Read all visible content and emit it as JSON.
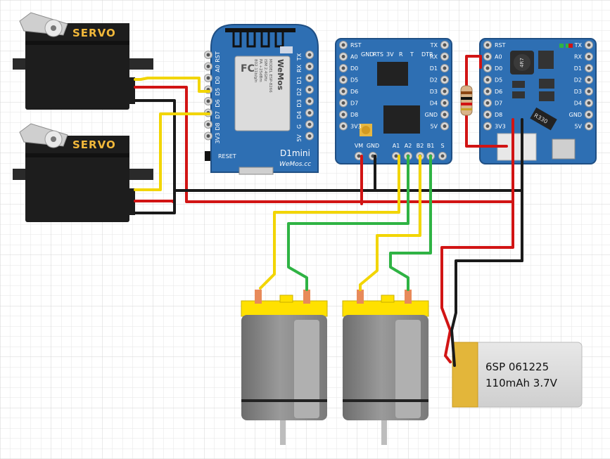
{
  "servo_label": "SERVO",
  "d1mini": {
    "brand": "WeMos",
    "model_lines": [
      "MODEL ESP-8266",
      "ISM 2.4GHz",
      "PA +25dBm",
      "802.11b/g/n"
    ],
    "fc": "FC",
    "pins_left": [
      "RST",
      "A0",
      "D0",
      "D5",
      "D6",
      "D7",
      "D8",
      "3V3"
    ],
    "pins_right": [
      "TX",
      "RX",
      "D1",
      "D2",
      "D3",
      "D4",
      "G",
      "5V"
    ],
    "reset_label": "RESET",
    "name": "D1mini",
    "website": "WeMos.cc"
  },
  "motor_shield": {
    "top_labels": [
      "GND",
      "RTS",
      "3V",
      "R",
      "T",
      "DTR"
    ],
    "pins_left": [
      "RST",
      "A0",
      "D0",
      "D5",
      "D6",
      "D7",
      "D8",
      "3V3"
    ],
    "pins_right": [
      "TX",
      "RX",
      "D1",
      "D2",
      "D3",
      "D4",
      "GND",
      "5V"
    ],
    "bottom_labels": [
      "VM",
      "GND",
      "A1",
      "A2",
      "B2",
      "B1",
      "S"
    ]
  },
  "battery_shield": {
    "pins_left": [
      "RST",
      "A0",
      "D0",
      "D5",
      "D6",
      "D7",
      "D8",
      "3V3"
    ],
    "pins_right": [
      "TX",
      "RX",
      "D1",
      "D2",
      "D3",
      "D4",
      "GND",
      "5V"
    ],
    "inductor": "4R7",
    "resistor": "R330"
  },
  "battery": {
    "line1": "6SP 061225",
    "line2": "110mAh 3.7V"
  },
  "colors": {
    "board": "#2e6fb3",
    "servo_body": "#1f1f1f",
    "servo_label": "#f2b83a",
    "motor_cap": "#ffe100",
    "wire_red": "#d11414",
    "wire_black": "#1a1a1a",
    "wire_yellow": "#f2d500",
    "wire_green": "#2fb344"
  }
}
